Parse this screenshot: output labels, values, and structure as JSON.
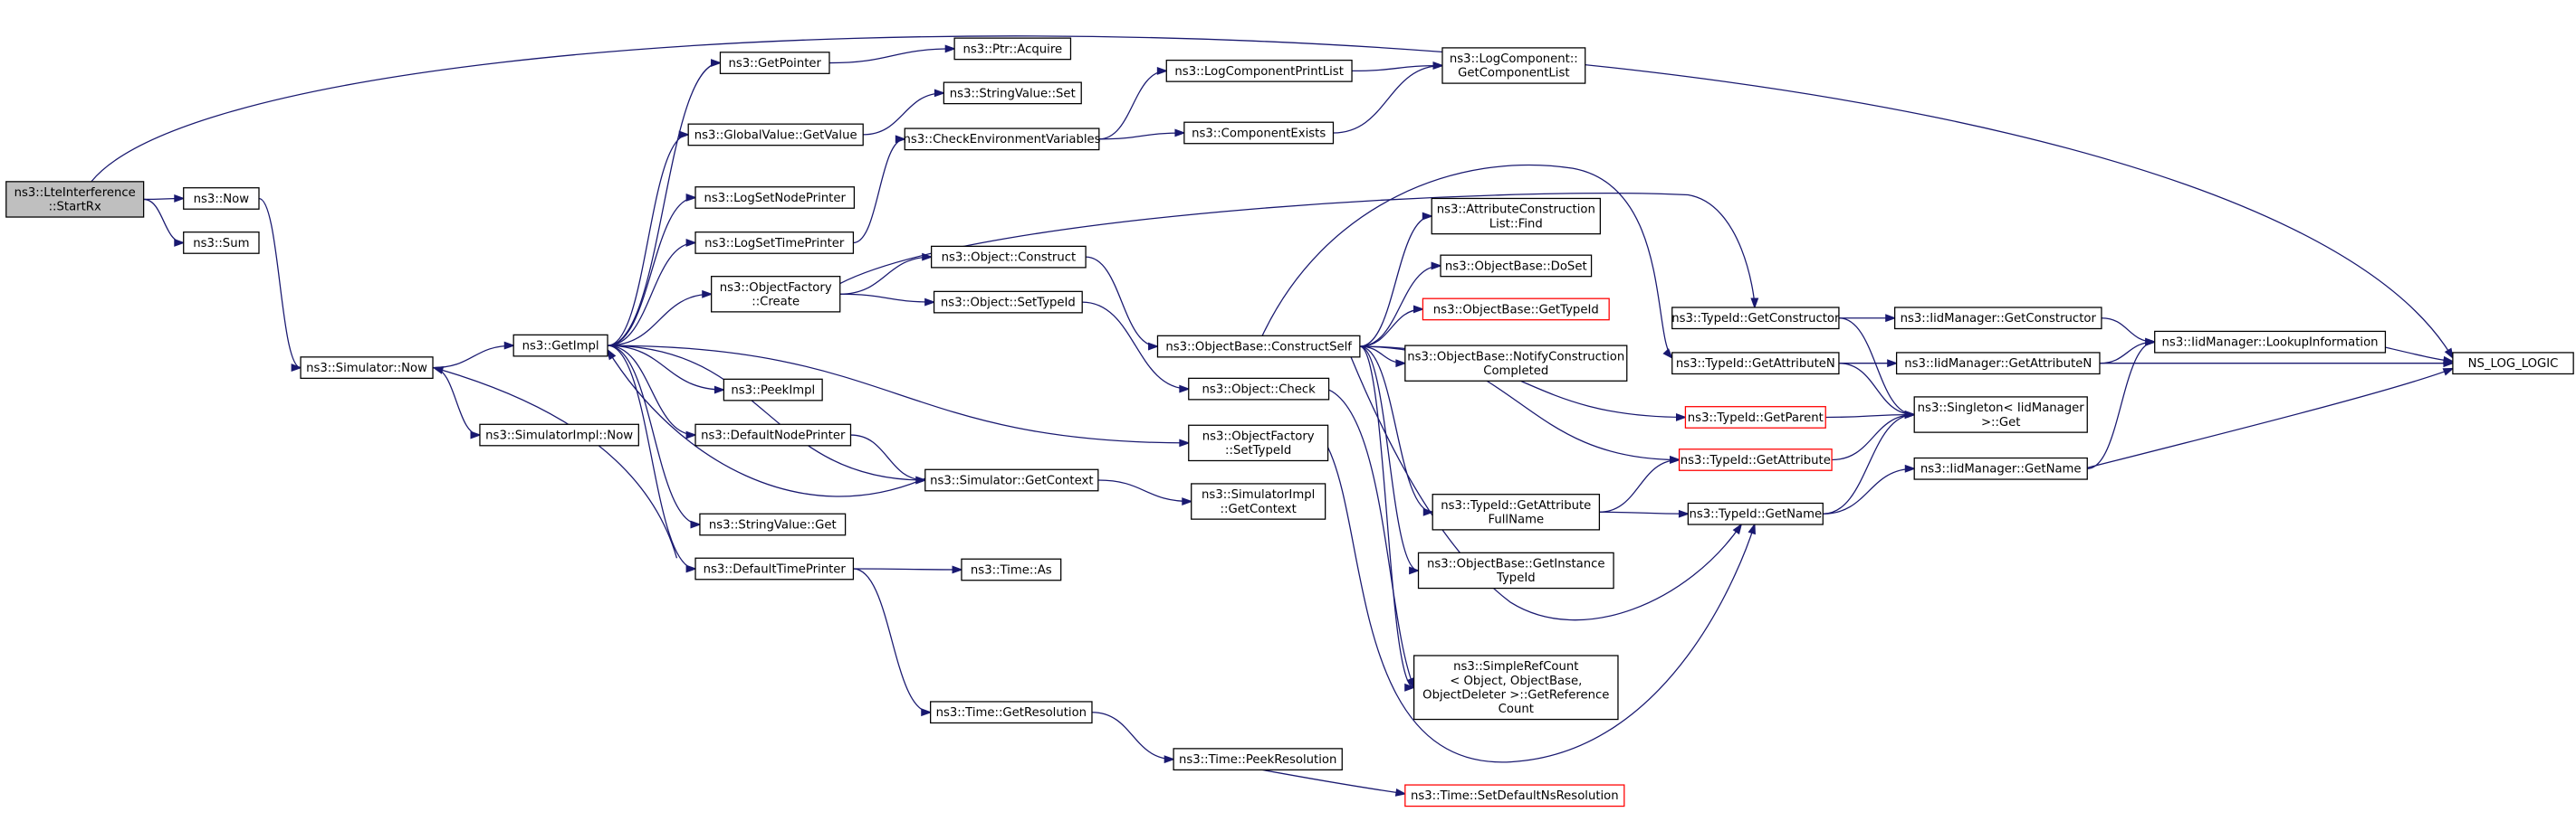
{
  "nodes": [
    {
      "id": "startrx",
      "lines": [
        "ns3::LteInterference",
        "::StartRx"
      ],
      "root": true
    },
    {
      "id": "now",
      "lines": [
        "ns3::Now"
      ]
    },
    {
      "id": "sum",
      "lines": [
        "ns3::Sum"
      ]
    },
    {
      "id": "sim_now",
      "lines": [
        "ns3::Simulator::Now"
      ]
    },
    {
      "id": "simimpl_now",
      "lines": [
        "ns3::SimulatorImpl::Now"
      ]
    },
    {
      "id": "getimpl",
      "lines": [
        "ns3::GetImpl"
      ]
    },
    {
      "id": "getpointer",
      "lines": [
        "ns3::GetPointer"
      ]
    },
    {
      "id": "ptr_acquire",
      "lines": [
        "ns3::Ptr::Acquire"
      ]
    },
    {
      "id": "gv_getvalue",
      "lines": [
        "ns3::GlobalValue::GetValue"
      ]
    },
    {
      "id": "sv_set",
      "lines": [
        "ns3::StringValue::Set"
      ]
    },
    {
      "id": "logsetnode",
      "lines": [
        "ns3::LogSetNodePrinter"
      ]
    },
    {
      "id": "logsettime",
      "lines": [
        "ns3::LogSetTimePrinter"
      ]
    },
    {
      "id": "of_create",
      "lines": [
        "ns3::ObjectFactory",
        "::Create"
      ]
    },
    {
      "id": "peekimpl",
      "lines": [
        "ns3::PeekImpl"
      ]
    },
    {
      "id": "defnodeprinter",
      "lines": [
        "ns3::DefaultNodePrinter"
      ]
    },
    {
      "id": "sv_get",
      "lines": [
        "ns3::StringValue::Get"
      ]
    },
    {
      "id": "deftimeprinter",
      "lines": [
        "ns3::DefaultTimePrinter"
      ]
    },
    {
      "id": "checkenv",
      "lines": [
        "ns3::CheckEnvironmentVariables"
      ]
    },
    {
      "id": "logcompprintlist",
      "lines": [
        "ns3::LogComponentPrintList"
      ]
    },
    {
      "id": "compexists",
      "lines": [
        "ns3::ComponentExists"
      ]
    },
    {
      "id": "logcomp_getlist",
      "lines": [
        "ns3::LogComponent::",
        "GetComponentList"
      ]
    },
    {
      "id": "obj_construct",
      "lines": [
        "ns3::Object::Construct"
      ]
    },
    {
      "id": "obj_settypeid",
      "lines": [
        "ns3::Object::SetTypeId"
      ]
    },
    {
      "id": "sim_getcontext",
      "lines": [
        "ns3::Simulator::GetContext"
      ]
    },
    {
      "id": "time_as",
      "lines": [
        "ns3::Time::As"
      ]
    },
    {
      "id": "time_getres",
      "lines": [
        "ns3::Time::GetResolution"
      ]
    },
    {
      "id": "time_peekres",
      "lines": [
        "ns3::Time::PeekResolution"
      ]
    },
    {
      "id": "time_setdefns",
      "lines": [
        "ns3::Time::SetDefaultNsResolution"
      ],
      "truncated": true
    },
    {
      "id": "ob_constructself",
      "lines": [
        "ns3::ObjectBase::ConstructSelf"
      ]
    },
    {
      "id": "obj_check",
      "lines": [
        "ns3::Object::Check"
      ]
    },
    {
      "id": "of_settypeid",
      "lines": [
        "ns3::ObjectFactory",
        "::SetTypeId"
      ]
    },
    {
      "id": "simimpl_getcontext",
      "lines": [
        "ns3::SimulatorImpl",
        "::GetContext"
      ]
    },
    {
      "id": "attrconst_find",
      "lines": [
        "ns3::AttributeConstruction",
        "List::Find"
      ]
    },
    {
      "id": "ob_doset",
      "lines": [
        "ns3::ObjectBase::DoSet"
      ]
    },
    {
      "id": "ob_gettypeid",
      "lines": [
        "ns3::ObjectBase::GetTypeId"
      ],
      "truncated": true
    },
    {
      "id": "ob_notify",
      "lines": [
        "ns3::ObjectBase::NotifyConstruction",
        "Completed"
      ]
    },
    {
      "id": "tid_getattrfullname",
      "lines": [
        "ns3::TypeId::GetAttribute",
        "FullName"
      ]
    },
    {
      "id": "ob_getinstancetid",
      "lines": [
        "ns3::ObjectBase::GetInstance",
        "TypeId"
      ]
    },
    {
      "id": "src_getrefcount",
      "lines": [
        "ns3::SimpleRefCount",
        "< Object, ObjectBase,",
        "ObjectDeleter >::GetReference",
        "Count"
      ]
    },
    {
      "id": "tid_getconstructor",
      "lines": [
        "ns3::TypeId::GetConstructor"
      ]
    },
    {
      "id": "tid_getattributen",
      "lines": [
        "ns3::TypeId::GetAttributeN"
      ]
    },
    {
      "id": "tid_getparent",
      "lines": [
        "ns3::TypeId::GetParent"
      ],
      "truncated": true
    },
    {
      "id": "tid_getattribute",
      "lines": [
        "ns3::TypeId::GetAttribute"
      ],
      "truncated": true
    },
    {
      "id": "tid_getname",
      "lines": [
        "ns3::TypeId::GetName"
      ]
    },
    {
      "id": "iid_getconstructor",
      "lines": [
        "ns3::IidManager::GetConstructor"
      ]
    },
    {
      "id": "iid_getattributen",
      "lines": [
        "ns3::IidManager::GetAttributeN"
      ]
    },
    {
      "id": "singleton_get",
      "lines": [
        "ns3::Singleton< IidManager",
        ">::Get"
      ]
    },
    {
      "id": "iid_getname",
      "lines": [
        "ns3::IidManager::GetName"
      ]
    },
    {
      "id": "iid_lookup",
      "lines": [
        "ns3::IidManager::LookupInformation"
      ]
    },
    {
      "id": "ns_log_logic",
      "lines": [
        "NS_LOG_LOGIC"
      ]
    }
  ],
  "edges": [
    [
      "startrx",
      "now"
    ],
    [
      "startrx",
      "sum"
    ],
    [
      "startrx",
      "ns_log_logic"
    ],
    [
      "now",
      "sim_now"
    ],
    [
      "sim_now",
      "getimpl"
    ],
    [
      "sim_now",
      "simimpl_now"
    ],
    [
      "getimpl",
      "getpointer"
    ],
    [
      "getimpl",
      "gv_getvalue"
    ],
    [
      "getimpl",
      "logsetnode"
    ],
    [
      "getimpl",
      "logsettime"
    ],
    [
      "getimpl",
      "of_create"
    ],
    [
      "getimpl",
      "peekimpl"
    ],
    [
      "getimpl",
      "defnodeprinter"
    ],
    [
      "getimpl",
      "sv_get"
    ],
    [
      "getimpl",
      "deftimeprinter"
    ],
    [
      "getimpl",
      "of_settypeid"
    ],
    [
      "getimpl",
      "sim_getcontext"
    ],
    [
      "getpointer",
      "ptr_acquire"
    ],
    [
      "gv_getvalue",
      "sv_set"
    ],
    [
      "logsettime",
      "checkenv"
    ],
    [
      "checkenv",
      "logcompprintlist"
    ],
    [
      "checkenv",
      "compexists"
    ],
    [
      "logcompprintlist",
      "logcomp_getlist"
    ],
    [
      "compexists",
      "logcomp_getlist"
    ],
    [
      "of_create",
      "obj_construct"
    ],
    [
      "of_create",
      "obj_settypeid"
    ],
    [
      "of_create",
      "tid_getconstructor"
    ],
    [
      "obj_construct",
      "ob_constructself"
    ],
    [
      "obj_settypeid",
      "obj_check"
    ],
    [
      "defnodeprinter",
      "sim_getcontext"
    ],
    [
      "sim_getcontext",
      "getimpl"
    ],
    [
      "sim_getcontext",
      "simimpl_getcontext"
    ],
    [
      "deftimeprinter",
      "sim_now"
    ],
    [
      "deftimeprinter",
      "time_as"
    ],
    [
      "deftimeprinter",
      "time_getres"
    ],
    [
      "time_getres",
      "time_peekres"
    ],
    [
      "time_peekres",
      "time_setdefns"
    ],
    [
      "ob_constructself",
      "attrconst_find"
    ],
    [
      "ob_constructself",
      "ob_doset"
    ],
    [
      "ob_constructself",
      "ob_gettypeid"
    ],
    [
      "ob_constructself",
      "ob_notify"
    ],
    [
      "ob_constructself",
      "tid_getattrfullname"
    ],
    [
      "ob_constructself",
      "ob_getinstancetid"
    ],
    [
      "ob_constructself",
      "src_getrefcount"
    ],
    [
      "ob_constructself",
      "tid_getattributen"
    ],
    [
      "ob_constructself",
      "tid_getparent"
    ],
    [
      "ob_constructself",
      "tid_getattribute"
    ],
    [
      "ob_constructself",
      "tid_getname"
    ],
    [
      "obj_check",
      "src_getrefcount"
    ],
    [
      "of_settypeid",
      "tid_getname"
    ],
    [
      "tid_getattrfullname",
      "tid_getname"
    ],
    [
      "tid_getattrfullname",
      "tid_getattribute"
    ],
    [
      "tid_getconstructor",
      "iid_getconstructor"
    ],
    [
      "tid_getconstructor",
      "singleton_get"
    ],
    [
      "tid_getattributen",
      "iid_getattributen"
    ],
    [
      "tid_getattributen",
      "singleton_get"
    ],
    [
      "tid_getparent",
      "singleton_get"
    ],
    [
      "tid_getattribute",
      "singleton_get"
    ],
    [
      "tid_getname",
      "iid_getname"
    ],
    [
      "tid_getname",
      "singleton_get"
    ],
    [
      "iid_getconstructor",
      "iid_lookup"
    ],
    [
      "iid_getattributen",
      "iid_lookup"
    ],
    [
      "iid_getattributen",
      "ns_log_logic"
    ],
    [
      "iid_getname",
      "iid_lookup"
    ],
    [
      "iid_getname",
      "ns_log_logic"
    ],
    [
      "iid_lookup",
      "ns_log_logic"
    ]
  ]
}
